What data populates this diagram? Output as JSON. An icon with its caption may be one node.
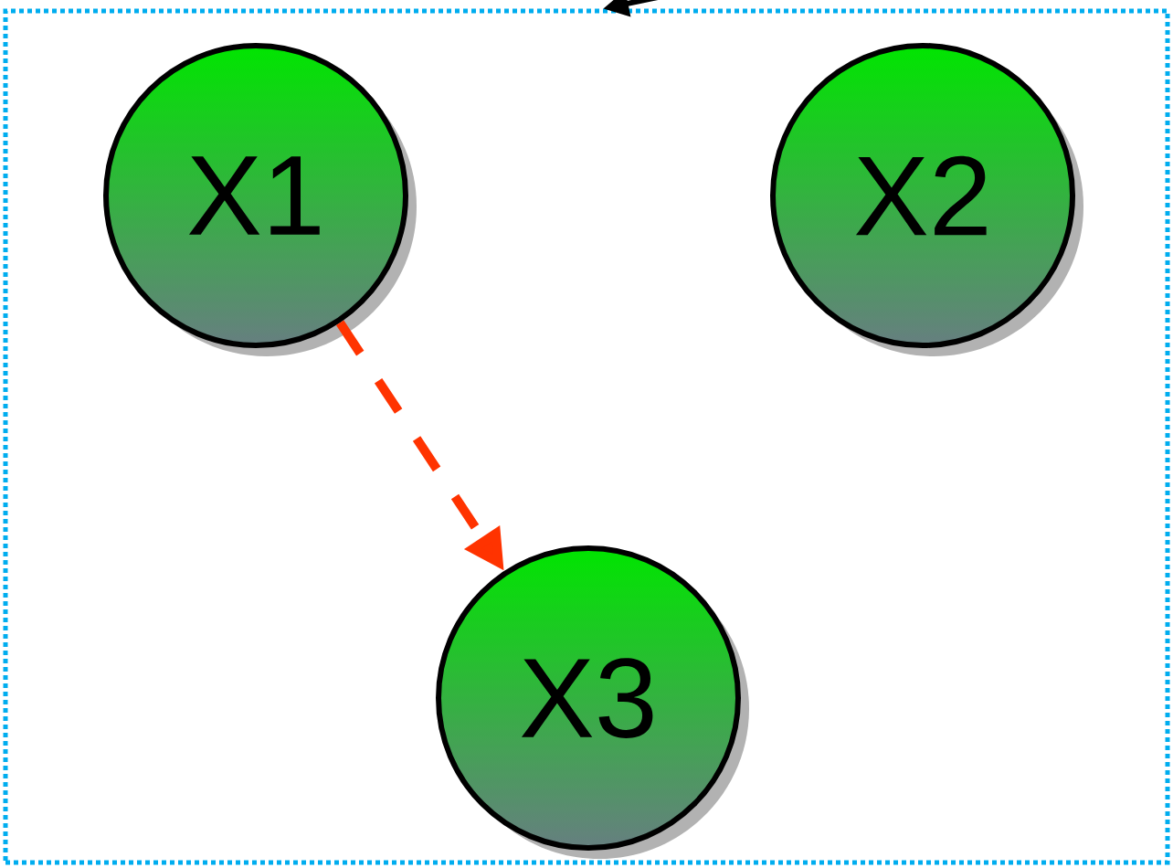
{
  "diagram": {
    "nodes": [
      {
        "text": [],
        "shape": "box"
      },
      {
        "text": [
          "X1"
        ],
        "in": 0
      },
      {
        "text": [
          "X2"
        ],
        "in": 0
      },
      {
        "text": [
          "X3"
        ],
        "in": 0
      }
    ],
    "edges": [
      {
        "from": null,
        "to": 0,
        "arrow": "to"
      },
      {
        "from": 1,
        "to": 3,
        "arrow": "to",
        "style": "dashed",
        "color": "#ff3300"
      }
    ]
  }
}
